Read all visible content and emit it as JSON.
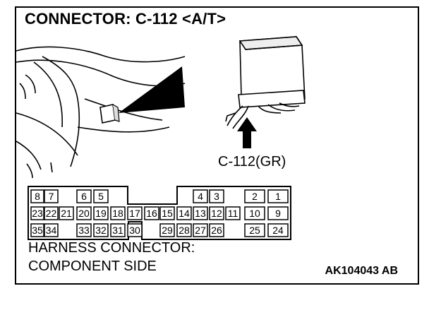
{
  "title": "CONNECTOR: C-112 <A/T>",
  "connector_label": "C-112(GR)",
  "harness": {
    "line1": "HARNESS CONNECTOR:",
    "line2": "COMPONENT SIDE"
  },
  "figure_code": "AK104043 AB",
  "pins": {
    "row1": [
      "8",
      "7",
      "",
      "6",
      "5",
      "",
      "",
      "",
      "",
      "",
      "4",
      "3",
      "",
      "2",
      "1"
    ],
    "row2": [
      "23",
      "22",
      "21",
      "20",
      "19",
      "18",
      "17",
      "16",
      "15",
      "14",
      "13",
      "12",
      "11",
      "10",
      "9"
    ],
    "row3": [
      "35",
      "34",
      "",
      "33",
      "32",
      "31",
      "30",
      "",
      "29",
      "28",
      "27",
      "26",
      "",
      "25",
      "24"
    ]
  }
}
